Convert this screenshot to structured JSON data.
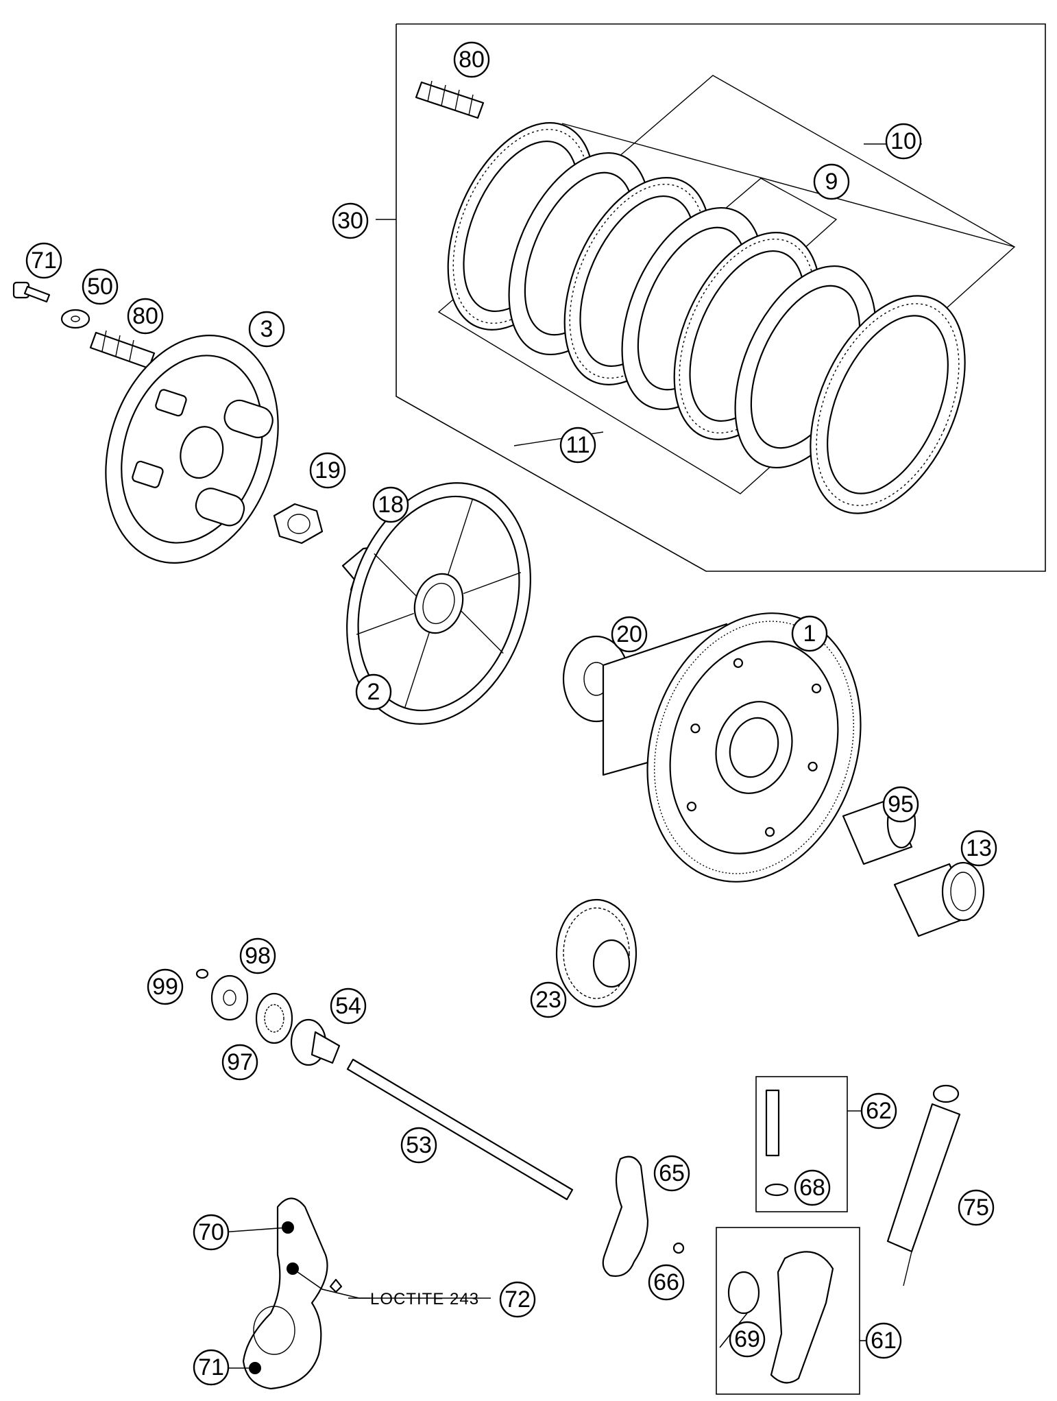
{
  "callouts": {
    "c1": "1",
    "c2": "2",
    "c3": "3",
    "c9": "9",
    "c10": "10",
    "c11": "11",
    "c13": "13",
    "c18": "18",
    "c19": "19",
    "c20": "20",
    "c23": "23",
    "c30": "30",
    "c50": "50",
    "c53": "53",
    "c54": "54",
    "c61": "61",
    "c62": "62",
    "c65": "65",
    "c66": "66",
    "c68": "68",
    "c69": "69",
    "c70": "70",
    "c71a": "71",
    "c71b": "71",
    "c72": "72",
    "c75": "75",
    "c80a": "80",
    "c80b": "80",
    "c95": "95",
    "c97": "97",
    "c98": "98",
    "c99": "99"
  },
  "annotation": {
    "loctite": "LOCTITE 243"
  }
}
